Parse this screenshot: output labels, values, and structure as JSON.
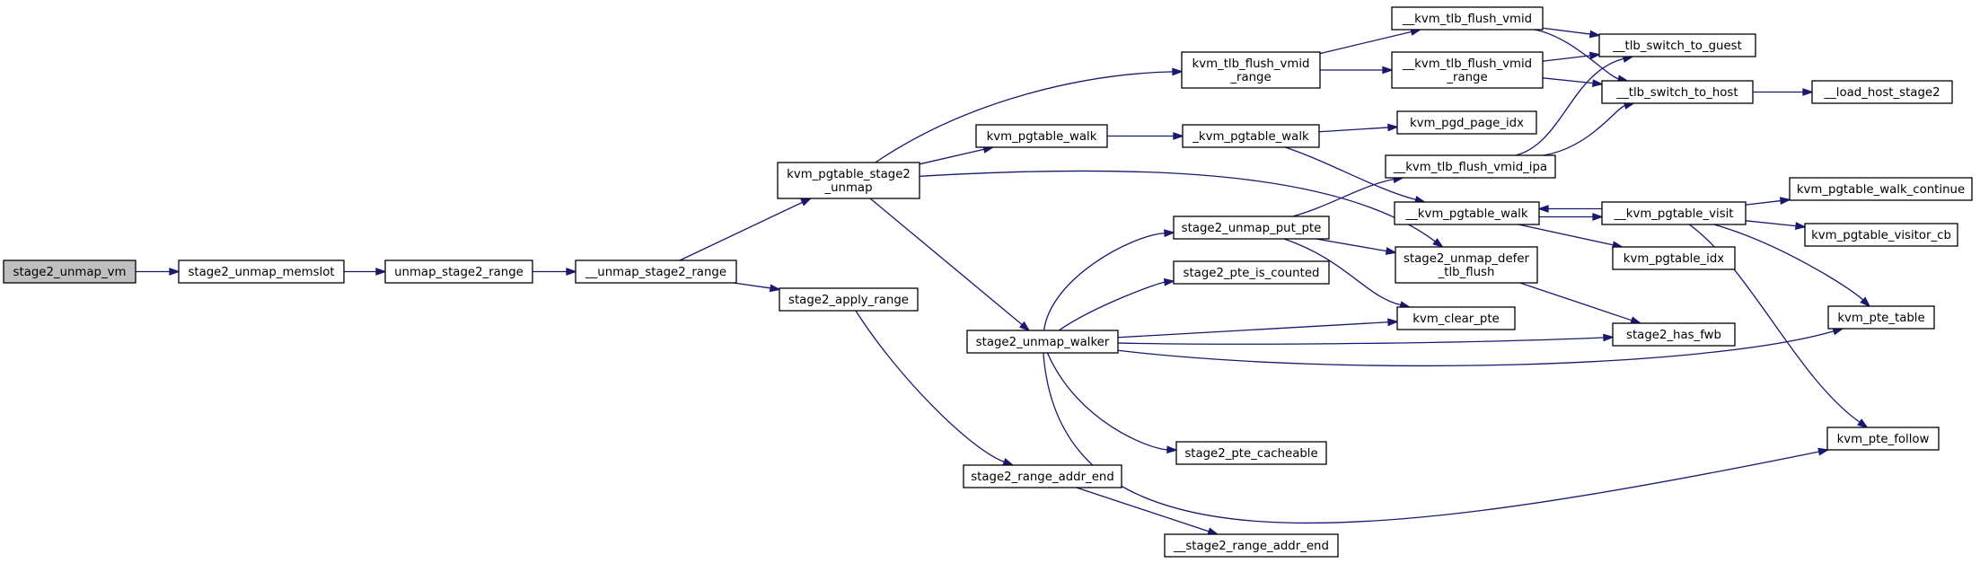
{
  "diagram": {
    "type": "call-graph",
    "edge_color": "#191970",
    "node_fill": "#ffffff",
    "root_fill": "#bfbfbf",
    "nodes": [
      {
        "id": "stage2_unmap_vm",
        "lines": [
          "stage2_unmap_vm"
        ]
      },
      {
        "id": "stage2_unmap_memslot",
        "lines": [
          "stage2_unmap_memslot"
        ]
      },
      {
        "id": "unmap_stage2_range",
        "lines": [
          "unmap_stage2_range"
        ]
      },
      {
        "id": "__unmap_stage2_range",
        "lines": [
          "__unmap_stage2_range"
        ]
      },
      {
        "id": "kvm_pgtable_stage2_unmap",
        "lines": [
          "kvm_pgtable_stage2",
          "_unmap"
        ]
      },
      {
        "id": "stage2_apply_range",
        "lines": [
          "stage2_apply_range"
        ]
      },
      {
        "id": "kvm_tlb_flush_vmid_range",
        "lines": [
          "kvm_tlb_flush_vmid",
          "_range"
        ]
      },
      {
        "id": "kvm_pgtable_walk",
        "lines": [
          "kvm_pgtable_walk"
        ]
      },
      {
        "id": "stage2_unmap_walker",
        "lines": [
          "stage2_unmap_walker"
        ]
      },
      {
        "id": "stage2_range_addr_end",
        "lines": [
          "stage2_range_addr_end"
        ]
      },
      {
        "id": "__kvm_tlb_flush_vmid",
        "lines": [
          "__kvm_tlb_flush_vmid"
        ]
      },
      {
        "id": "__kvm_tlb_flush_vmid_range",
        "lines": [
          "__kvm_tlb_flush_vmid",
          "_range"
        ]
      },
      {
        "id": "_kvm_pgtable_walk",
        "lines": [
          "_kvm_pgtable_walk"
        ]
      },
      {
        "id": "kvm_pgd_page_idx",
        "lines": [
          "kvm_pgd_page_idx"
        ]
      },
      {
        "id": "__kvm_tlb_flush_vmid_ipa",
        "lines": [
          "__kvm_tlb_flush_vmid_ipa"
        ]
      },
      {
        "id": "__kvm_pgtable_walk",
        "lines": [
          "__kvm_pgtable_walk"
        ]
      },
      {
        "id": "stage2_unmap_put_pte",
        "lines": [
          "stage2_unmap_put_pte"
        ]
      },
      {
        "id": "stage2_unmap_defer_tlb_flush",
        "lines": [
          "stage2_unmap_defer",
          "_tlb_flush"
        ]
      },
      {
        "id": "stage2_pte_is_counted",
        "lines": [
          "stage2_pte_is_counted"
        ]
      },
      {
        "id": "kvm_clear_pte",
        "lines": [
          "kvm_clear_pte"
        ]
      },
      {
        "id": "stage2_pte_cacheable",
        "lines": [
          "stage2_pte_cacheable"
        ]
      },
      {
        "id": "__stage2_range_addr_end",
        "lines": [
          "__stage2_range_addr_end"
        ]
      },
      {
        "id": "__tlb_switch_to_guest",
        "lines": [
          "__tlb_switch_to_guest"
        ]
      },
      {
        "id": "__tlb_switch_to_host",
        "lines": [
          "__tlb_switch_to_host"
        ]
      },
      {
        "id": "__load_host_stage2",
        "lines": [
          "__load_host_stage2"
        ]
      },
      {
        "id": "__kvm_pgtable_visit",
        "lines": [
          "__kvm_pgtable_visit"
        ]
      },
      {
        "id": "kvm_pgtable_idx",
        "lines": [
          "kvm_pgtable_idx"
        ]
      },
      {
        "id": "stage2_has_fwb",
        "lines": [
          "stage2_has_fwb"
        ]
      },
      {
        "id": "kvm_pgtable_walk_continue",
        "lines": [
          "kvm_pgtable_walk_continue"
        ]
      },
      {
        "id": "kvm_pgtable_visitor_cb",
        "lines": [
          "kvm_pgtable_visitor_cb"
        ]
      },
      {
        "id": "kvm_pte_table",
        "lines": [
          "kvm_pte_table"
        ]
      },
      {
        "id": "kvm_pte_follow",
        "lines": [
          "kvm_pte_follow"
        ]
      }
    ],
    "edges": [
      [
        "stage2_unmap_vm",
        "stage2_unmap_memslot"
      ],
      [
        "stage2_unmap_memslot",
        "unmap_stage2_range"
      ],
      [
        "unmap_stage2_range",
        "__unmap_stage2_range"
      ],
      [
        "__unmap_stage2_range",
        "kvm_pgtable_stage2_unmap"
      ],
      [
        "__unmap_stage2_range",
        "stage2_apply_range"
      ],
      [
        "kvm_pgtable_stage2_unmap",
        "kvm_tlb_flush_vmid_range"
      ],
      [
        "kvm_pgtable_stage2_unmap",
        "kvm_pgtable_walk"
      ],
      [
        "kvm_pgtable_stage2_unmap",
        "stage2_unmap_walker"
      ],
      [
        "kvm_pgtable_stage2_unmap",
        "stage2_unmap_defer_tlb_flush"
      ],
      [
        "stage2_apply_range",
        "stage2_range_addr_end"
      ],
      [
        "kvm_tlb_flush_vmid_range",
        "__kvm_tlb_flush_vmid"
      ],
      [
        "kvm_tlb_flush_vmid_range",
        "__kvm_tlb_flush_vmid_range"
      ],
      [
        "kvm_pgtable_walk",
        "_kvm_pgtable_walk"
      ],
      [
        "_kvm_pgtable_walk",
        "kvm_pgd_page_idx"
      ],
      [
        "_kvm_pgtable_walk",
        "__kvm_pgtable_walk"
      ],
      [
        "stage2_unmap_walker",
        "stage2_unmap_put_pte"
      ],
      [
        "stage2_unmap_walker",
        "stage2_pte_is_counted"
      ],
      [
        "stage2_unmap_walker",
        "kvm_clear_pte"
      ],
      [
        "stage2_unmap_walker",
        "stage2_has_fwb"
      ],
      [
        "stage2_unmap_walker",
        "kvm_pte_table"
      ],
      [
        "stage2_unmap_walker",
        "stage2_pte_cacheable"
      ],
      [
        "stage2_unmap_walker",
        "kvm_pte_follow"
      ],
      [
        "stage2_range_addr_end",
        "__stage2_range_addr_end"
      ],
      [
        "__kvm_tlb_flush_vmid",
        "__tlb_switch_to_guest"
      ],
      [
        "__kvm_tlb_flush_vmid",
        "__tlb_switch_to_host"
      ],
      [
        "__kvm_tlb_flush_vmid_range",
        "__tlb_switch_to_guest"
      ],
      [
        "__kvm_tlb_flush_vmid_range",
        "__tlb_switch_to_host"
      ],
      [
        "__kvm_tlb_flush_vmid_ipa",
        "__tlb_switch_to_guest"
      ],
      [
        "__kvm_tlb_flush_vmid_ipa",
        "__tlb_switch_to_host"
      ],
      [
        "__tlb_switch_to_host",
        "__load_host_stage2"
      ],
      [
        "__kvm_pgtable_walk",
        "__kvm_pgtable_visit"
      ],
      [
        "__kvm_pgtable_walk",
        "kvm_pgtable_idx"
      ],
      [
        "__kvm_pgtable_visit",
        "__kvm_pgtable_walk"
      ],
      [
        "__kvm_pgtable_visit",
        "kvm_pgtable_walk_continue"
      ],
      [
        "__kvm_pgtable_visit",
        "kvm_pgtable_visitor_cb"
      ],
      [
        "__kvm_pgtable_visit",
        "kvm_pte_table"
      ],
      [
        "__kvm_pgtable_visit",
        "kvm_pte_follow"
      ],
      [
        "stage2_unmap_put_pte",
        "__kvm_tlb_flush_vmid_ipa"
      ],
      [
        "stage2_unmap_put_pte",
        "stage2_unmap_defer_tlb_flush"
      ],
      [
        "stage2_unmap_put_pte",
        "kvm_clear_pte"
      ],
      [
        "stage2_unmap_defer_tlb_flush",
        "stage2_has_fwb"
      ]
    ]
  }
}
